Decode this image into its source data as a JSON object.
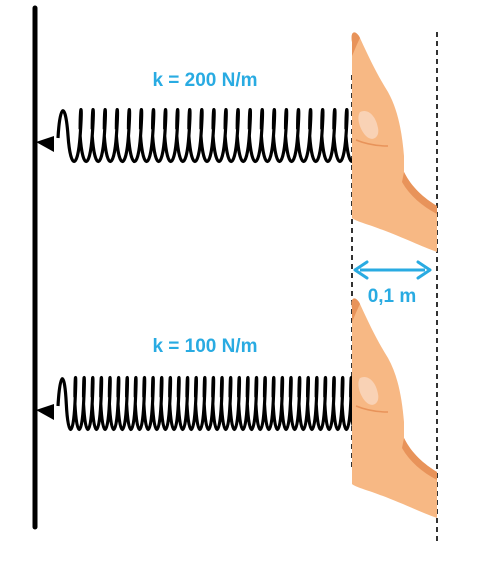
{
  "springs": [
    {
      "label": "k = 200 N/m",
      "coil_count": 24
    },
    {
      "label": "k = 100 N/m",
      "coil_count": 34
    }
  ],
  "displacement": {
    "label": "0,1 m"
  },
  "colors": {
    "accent": "#29abe2",
    "wall": "#000000",
    "spring": "#000000",
    "skin": "#f7b884",
    "skin_shadow": "#e8935a",
    "nail": "#f9d2b5"
  },
  "icons": {
    "hand": "hand-icon",
    "double_arrow": "double-arrow-icon"
  }
}
